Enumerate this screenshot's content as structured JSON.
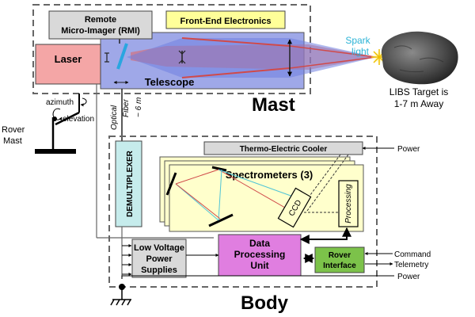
{
  "labels": {
    "rmi_line1": "Remote",
    "rmi_line2": "Micro-Imager (RMI)",
    "front_end": "Front-End Electronics",
    "laser": "Laser",
    "telescope": "Telescope",
    "spark_line1": "Spark",
    "spark_line2": "light",
    "target_line1": "LIBS Target is",
    "target_line2": "1-7 m Away",
    "mast": "Mast",
    "azimuth": "azimuth",
    "elevation": "elevation",
    "rover_mast_line1": "Rover",
    "rover_mast_line2": "Mast",
    "optical_fiber_line1": "Optical",
    "optical_fiber_line2": "Fiber",
    "optical_fiber_line3": "~ 6 m",
    "demultiplexer": "DEMULTIPLEXER",
    "tec": "Thermo-Electric Cooler",
    "power_top": "Power",
    "spectrometers": "Spectrometers (3)",
    "ccd": "CCD",
    "processing": "Processing",
    "dpu_line1": "Data",
    "dpu_line2": "Processing",
    "dpu_line3": "Unit",
    "lvps_line1": "Low Voltage",
    "lvps_line2": "Power",
    "lvps_line3": "Supplies",
    "rover_if_line1": "Rover",
    "rover_if_line2": "Interface",
    "command": "Command",
    "telemetry": "Telemetry",
    "power_bottom": "Power",
    "body": "Body"
  },
  "colors": {
    "rmi_box": "#d9d9d9",
    "front_end_box": "#ffff99",
    "laser_box": "#f4a6a6",
    "telescope_box": "#9fa8e8",
    "laser_beam": "#e06060",
    "spark_text": "#2ab3d6",
    "demux_box": "#c6ecec",
    "tec_box": "#d9d9d9",
    "spectrometer_box": "#ffffcc",
    "dpu_box": "#e07ee0",
    "lvps_box": "#d9d9d9",
    "rover_if_box": "#7cc24a"
  }
}
